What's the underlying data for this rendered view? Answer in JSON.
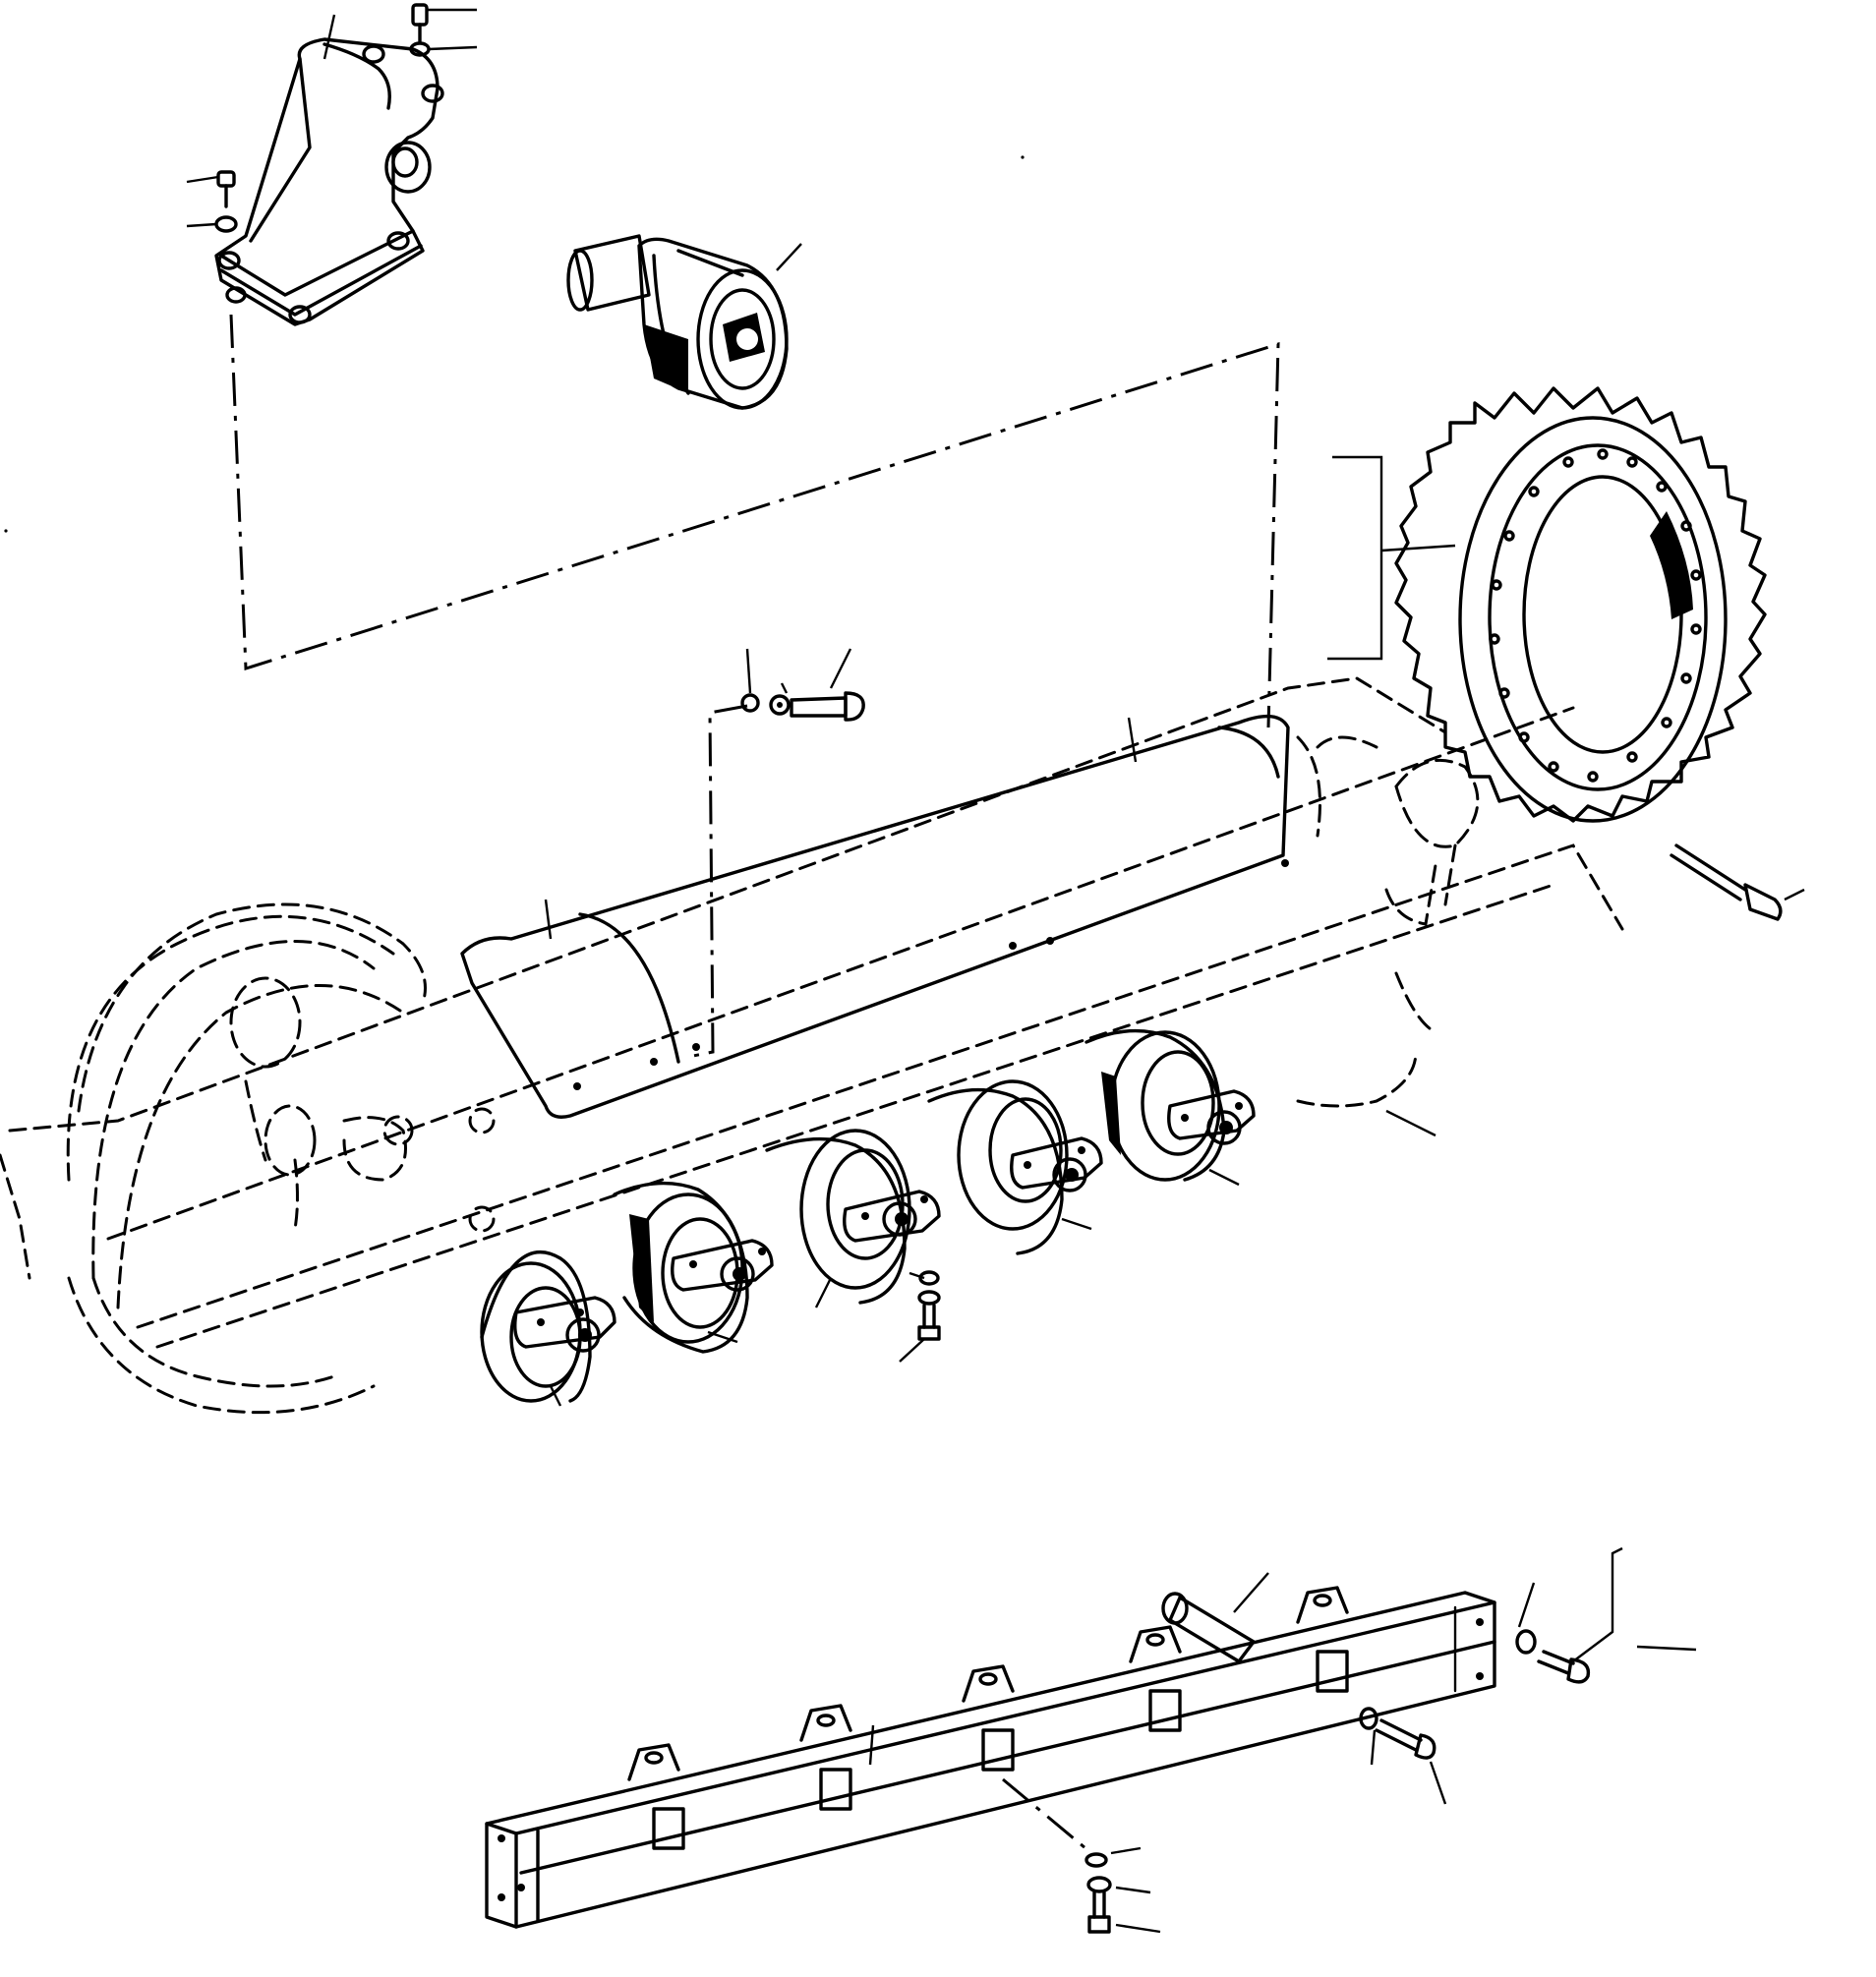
{
  "drawing": {
    "colors": {
      "line": "#000000",
      "paper": "#ffffff"
    },
    "components": [
      "carrier-roller-bracket",
      "carrier-roller",
      "sprocket",
      "track-frame",
      "track-guard",
      "idler",
      "track-rollers",
      "roller-guard-bar",
      "mounting-bolts",
      "washers"
    ],
    "callout_labels": []
  }
}
